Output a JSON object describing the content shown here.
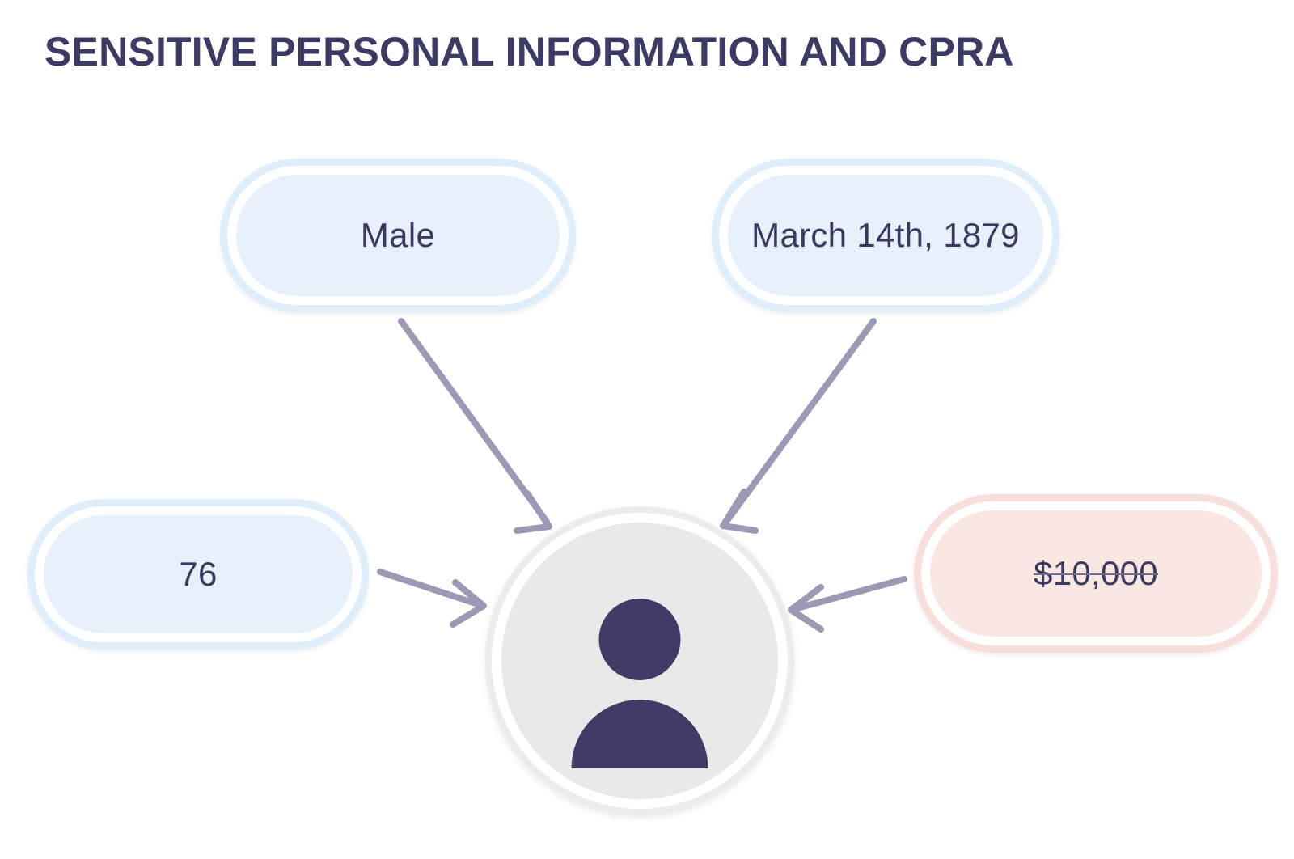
{
  "page": {
    "title": "SENSITIVE PERSONAL INFORMATION AND CPRA",
    "background_color": "#ffffff",
    "title_color": "#3c3b66"
  },
  "colors": {
    "ink": "#3a3960",
    "blue_pill_outer": "#dfeefb",
    "blue_pill_fill": "#e7f1fc",
    "pink_pill_outer": "#f7e0db",
    "pink_pill_fill": "#fae7e2",
    "avatar_ring": "#ececec",
    "avatar_disc": "#e9e9e9",
    "avatar_person": "#3f3d68",
    "arrow": "#9a9ab5"
  },
  "nodes": {
    "gender": {
      "label": "Male",
      "kind": "sensitive-attribute",
      "accent": "blue"
    },
    "birthdate": {
      "label": "March 14th, 1879",
      "kind": "sensitive-attribute",
      "accent": "blue"
    },
    "age": {
      "label": "76",
      "kind": "sensitive-attribute",
      "accent": "blue"
    },
    "income": {
      "label": "$10,000",
      "kind": "sensitive-attribute",
      "accent": "pink",
      "struck_through": true
    },
    "subject": {
      "icon": "person-avatar",
      "label": ""
    }
  },
  "edges": [
    {
      "from": "gender",
      "to": "subject",
      "direction": "down-right"
    },
    {
      "from": "birthdate",
      "to": "subject",
      "direction": "down-left"
    },
    {
      "from": "age",
      "to": "subject",
      "direction": "right"
    },
    {
      "from": "income",
      "to": "subject",
      "direction": "left"
    }
  ]
}
